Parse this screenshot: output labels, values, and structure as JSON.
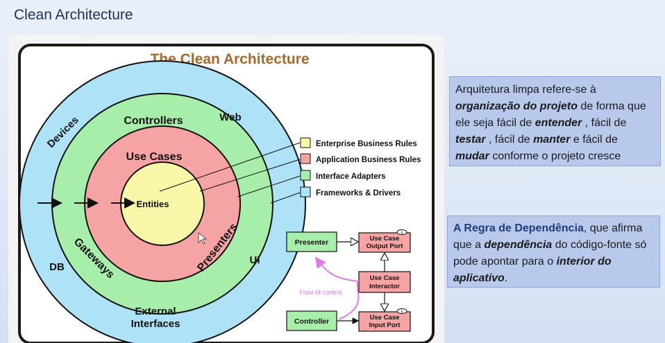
{
  "slide": {
    "title": "Clean Architecture"
  },
  "diagram": {
    "title": "The Clean Architecture",
    "rings": {
      "outer_labels": [
        "Devices",
        "Web",
        "DB",
        "UI",
        "External",
        "Interfaces"
      ],
      "controllers": "Controllers",
      "gateways": "Gateways",
      "presenters": "Presenters",
      "use_cases": "Use Cases",
      "entities": "Entities"
    },
    "legend": [
      {
        "label": "Enterprise Business Rules",
        "color": "#fbf7a8"
      },
      {
        "label": "Application Business Rules",
        "color": "#f6a3a3"
      },
      {
        "label": "Interface Adapters",
        "color": "#a6eea9"
      },
      {
        "label": "Frameworks & Drivers",
        "color": "#aee2f6"
      }
    ],
    "flow": {
      "presenter": "Presenter",
      "controller": "Controller",
      "output_port_l1": "Use Case",
      "output_port_l2": "Output Port",
      "interactor_l1": "Use Case",
      "interactor_l2": "Interactor",
      "input_port_l1": "Use Case",
      "input_port_l2": "Input Port",
      "flow_label": "Flow of control",
      "port_mark": "I"
    }
  },
  "box1": {
    "t1": "Arquitetura limpa refere-se à",
    "t2": "organização do projeto",
    "t3": " de forma que ele seja fácil de ",
    "t4": "entender",
    "t5": " , fácil de ",
    "t6": "testar",
    "t7": " , fácil de ",
    "t8": "manter",
    "t9": " e fácil de ",
    "t10": "mudar",
    "t11": " conforme o projeto cresce"
  },
  "box2": {
    "t1": "A Regra de Dependência",
    "t2": ", que afirma que a ",
    "t3": "dependência",
    "t4": " do código-fonte só pode apontar para o ",
    "t5": "interior do aplicativo",
    "t6": "."
  }
}
